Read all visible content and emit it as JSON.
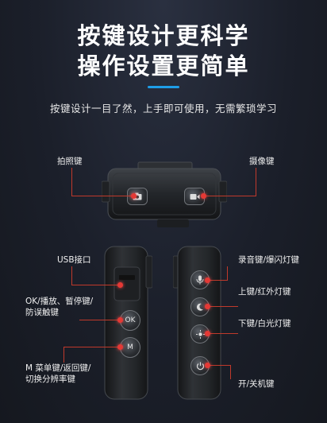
{
  "header": {
    "title_line1": "按键设计更科学",
    "title_line2": "操作设置更简单",
    "subtitle": "按键设计一目了然，上手即可使用，无需繁琐学习",
    "accent_color": "#1e9ee8"
  },
  "top_view": {
    "left_label": "拍照键",
    "right_label": "摄像键"
  },
  "side_left": {
    "labels": [
      "USB接口",
      "OK/播放、暂停键/",
      "防误触键",
      "M 菜单键/返回键/",
      "切换分辨率键"
    ],
    "ok_button": "OK",
    "m_button": "M"
  },
  "side_right": {
    "labels": [
      "录音键/爆闪灯键",
      "上键/红外灯键",
      "下键/白光灯键",
      "开/关机键"
    ]
  },
  "colors": {
    "marker": "#e53935",
    "background": "#1b1f2a"
  }
}
